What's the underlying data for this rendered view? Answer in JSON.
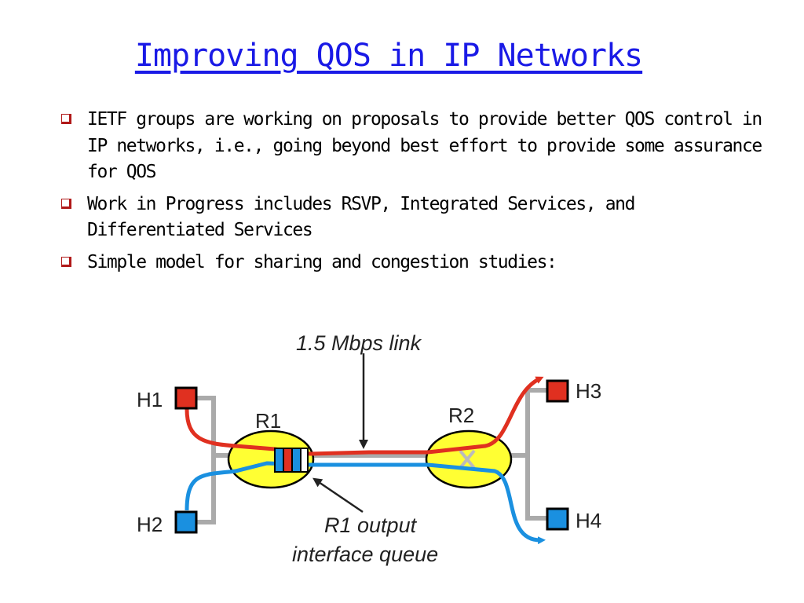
{
  "title": "Improving QOS in IP Networks",
  "bullets": [
    "IETF groups are working on proposals to provide better QOS control in IP networks, i.e., going beyond best effort to provide some assurance for QOS",
    "Work in Progress includes RSVP, Integrated Services, and Differentiated Services",
    "Simple model for sharing and congestion studies:"
  ],
  "diagram": {
    "link_label": "1.5 Mbps link",
    "queue_label_line1": "R1 output",
    "queue_label_line2": "interface queue",
    "routers": {
      "r1": "R1",
      "r2": "R2"
    },
    "hosts": {
      "h1": "H1",
      "h2": "H2",
      "h3": "H3",
      "h4": "H4"
    },
    "colors": {
      "red_flow": "#e03020",
      "blue_flow": "#1a90e0",
      "router_fill": "#ffff33",
      "wire": "#aaaaaa",
      "title": "#1a1ae6",
      "bullet": "#b01818"
    }
  }
}
